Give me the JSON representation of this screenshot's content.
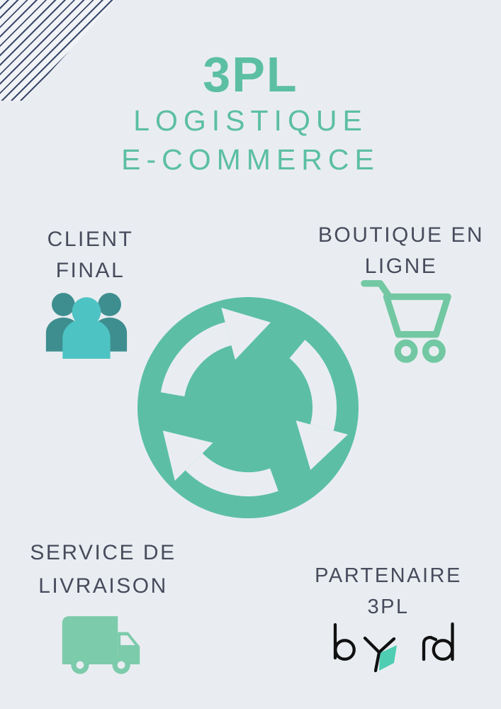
{
  "title": {
    "main": "3PL",
    "subtitle_line1": "LOGISTIQUE",
    "subtitle_line2": "E-COMMERCE"
  },
  "nodes": {
    "client_final": {
      "line1": "CLIENT",
      "line2": "FINAL",
      "icon": "customers-people-icon"
    },
    "boutique_en_ligne": {
      "line1": "BOUTIQUE EN",
      "line2": "LIGNE",
      "icon": "shopping-cart-icon"
    },
    "service_de_livraison": {
      "line1": "SERVICE DE",
      "line2": "LIVRAISON",
      "icon": "delivery-truck-icon"
    },
    "partenaire_3pl": {
      "line1": "PARTENAIRE",
      "line2": "3PL",
      "icon": "byrd-logo"
    }
  },
  "center": {
    "icon": "cycle-arrows-icon"
  },
  "brand": {
    "logo_text": "byrd"
  },
  "decoration": {
    "icon": "diagonal-stripes"
  },
  "colors": {
    "background": "#E9EDF1",
    "accent_teal": "#5CBFA2",
    "cycle_teal": "#5CBFA5",
    "cart_green": "#72C8A2",
    "truck_green": "#7CCBAB",
    "people_dark_teal": "#3E8E90",
    "people_light_teal": "#4EC3C3",
    "label_text": "#474B5C",
    "stripes_navy": "#3D4A6E",
    "byrd_black": "#111111",
    "byrd_mint": "#4FCDB3"
  }
}
